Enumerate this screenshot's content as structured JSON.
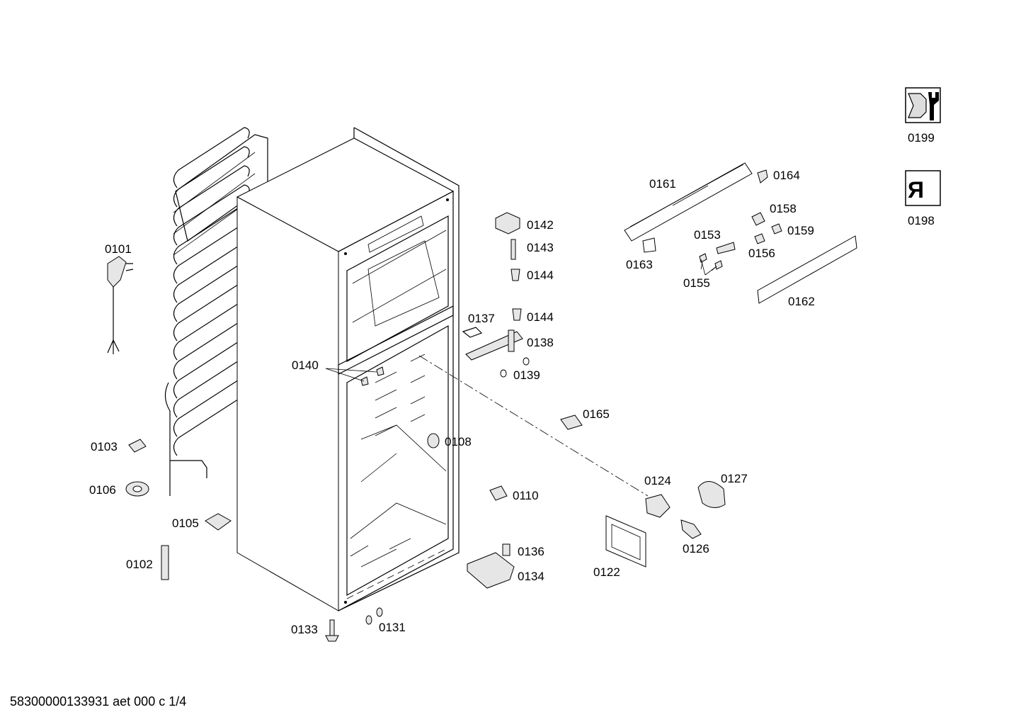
{
  "footer": "58300000133931 aet 000 c 1/4",
  "icons": {
    "service_label": "0199",
    "r_label": "0198",
    "r_glyph": "R"
  },
  "parts": [
    {
      "id": "0101",
      "label": "0101"
    },
    {
      "id": "0103",
      "label": "0103"
    },
    {
      "id": "0106",
      "label": "0106"
    },
    {
      "id": "0105",
      "label": "0105"
    },
    {
      "id": "0102",
      "label": "0102"
    },
    {
      "id": "0133",
      "label": "0133"
    },
    {
      "id": "0131",
      "label": "0131"
    },
    {
      "id": "0140",
      "label": "0140"
    },
    {
      "id": "0108",
      "label": "0108"
    },
    {
      "id": "0142",
      "label": "0142"
    },
    {
      "id": "0143",
      "label": "0143"
    },
    {
      "id": "0144a",
      "label": "0144"
    },
    {
      "id": "0144b",
      "label": "0144"
    },
    {
      "id": "0137",
      "label": "0137"
    },
    {
      "id": "0138",
      "label": "0138"
    },
    {
      "id": "0139",
      "label": "0139"
    },
    {
      "id": "0165",
      "label": "0165"
    },
    {
      "id": "0110",
      "label": "0110"
    },
    {
      "id": "0136",
      "label": "0136"
    },
    {
      "id": "0134",
      "label": "0134"
    },
    {
      "id": "0124",
      "label": "0124"
    },
    {
      "id": "0127",
      "label": "0127"
    },
    {
      "id": "0126",
      "label": "0126"
    },
    {
      "id": "0122",
      "label": "0122"
    },
    {
      "id": "0161",
      "label": "0161"
    },
    {
      "id": "0164",
      "label": "0164"
    },
    {
      "id": "0158",
      "label": "0158"
    },
    {
      "id": "0153",
      "label": "0153"
    },
    {
      "id": "0159",
      "label": "0159"
    },
    {
      "id": "0156",
      "label": "0156"
    },
    {
      "id": "0163",
      "label": "0163"
    },
    {
      "id": "0155",
      "label": "0155"
    },
    {
      "id": "0162",
      "label": "0162"
    }
  ]
}
